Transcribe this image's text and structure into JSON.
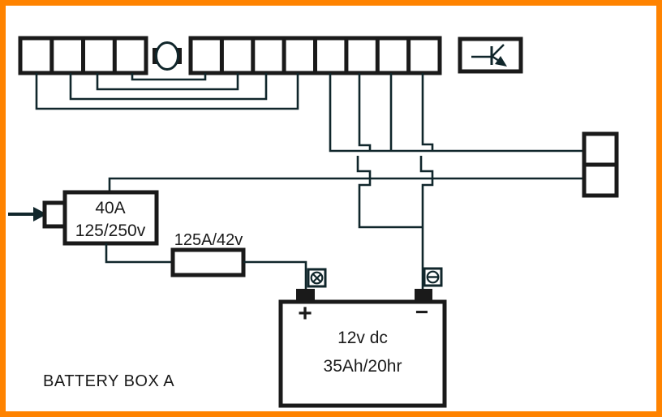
{
  "diagram": {
    "title": "BATTERY BOX A",
    "breaker": {
      "line1": "40A",
      "line2": "125/250v"
    },
    "fuse": {
      "label": "125A/42v"
    },
    "battery": {
      "line1": "12v dc",
      "line2": "35Ah/20hr",
      "positive_sign": "+",
      "negative_sign": "−"
    },
    "icons": {
      "motor_symbol": "circle-with-side-tabs",
      "diode_arrow_icon": "arrow-into-bar",
      "positive_terminal_screw": "⊕",
      "negative_terminal_screw": "⊖",
      "inlet_arrow": "→"
    },
    "colors": {
      "frame": "#FF8300",
      "wire": "#10262b",
      "component": "#1a1a1a",
      "background": "#ffffff"
    }
  }
}
